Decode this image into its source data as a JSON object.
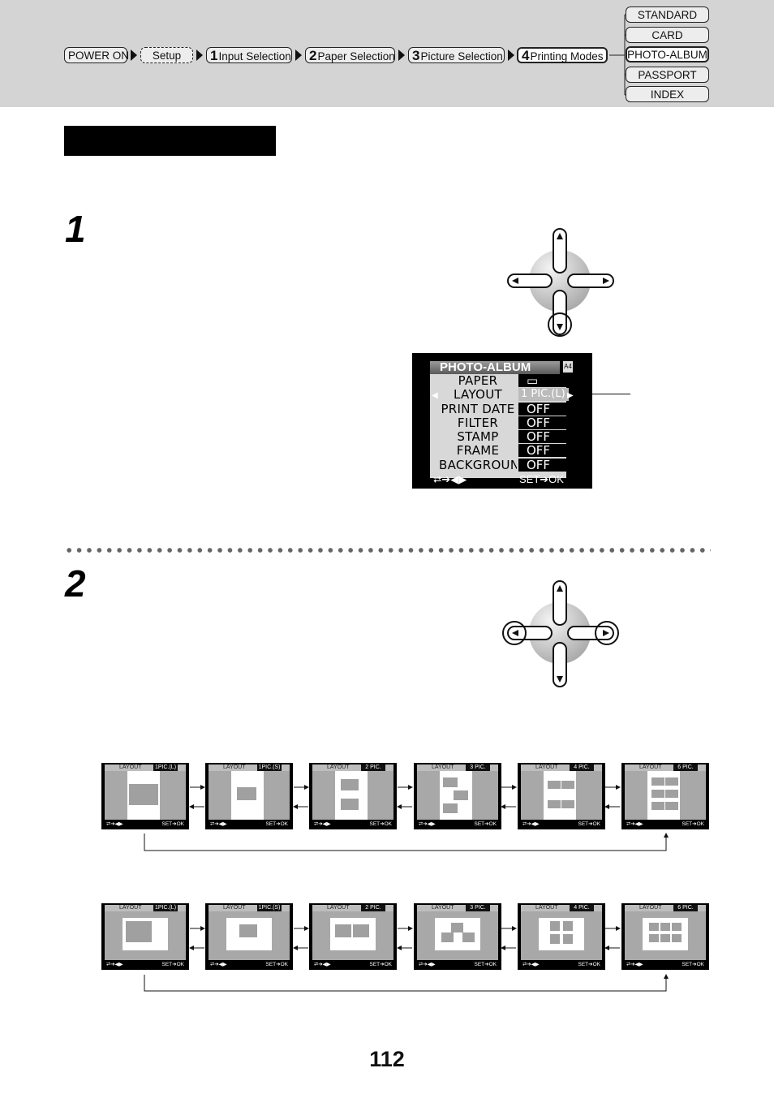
{
  "breadcrumb": {
    "items": [
      {
        "num": "",
        "label": "POWER ON",
        "style": "solid"
      },
      {
        "num": "",
        "label": "Setup",
        "style": "dashed"
      },
      {
        "num": "1",
        "label": "Input Selection",
        "style": "solid"
      },
      {
        "num": "2",
        "label": "Paper Selection",
        "style": "solid"
      },
      {
        "num": "3",
        "label": "Picture Selection",
        "style": "solid"
      },
      {
        "num": "4",
        "label": "Printing Modes",
        "style": "active"
      }
    ]
  },
  "modes": {
    "items": [
      "STANDARD",
      "CARD",
      "PHOTO-ALBUM",
      "PASSPORT",
      "INDEX"
    ],
    "active": "PHOTO-ALBUM"
  },
  "steps": {
    "step1": "1",
    "step2": "2"
  },
  "menu_screen": {
    "title": "PHOTO-ALBUM",
    "badge": "A4",
    "rows": [
      {
        "label": "PAPER",
        "value": "▭"
      },
      {
        "label": "LAYOUT",
        "value": "1 PIC.(L)"
      },
      {
        "label": "PRINT DATE",
        "value": "OFF"
      },
      {
        "label": "FILTER",
        "value": "OFF"
      },
      {
        "label": "STAMP",
        "value": "OFF"
      },
      {
        "label": "FRAME",
        "value": "OFF"
      },
      {
        "label": "BACKGROUND",
        "value": "OFF"
      }
    ],
    "footer_left": "⮂➔◀▶",
    "footer_right": "SET➔OK"
  },
  "layout_screens": {
    "label": "LAYOUT",
    "footer_left": "⮂➔◀▶",
    "footer_right": "SET➔OK",
    "options": [
      "1PIC.(L)",
      "1PIC.(S)",
      "2 PIC.",
      "3 PIC.",
      "4 PIC.",
      "6 PIC."
    ]
  },
  "colors": {
    "header_bg": "#d4d4d4",
    "title_bar": "#000000"
  },
  "page_number": "112"
}
